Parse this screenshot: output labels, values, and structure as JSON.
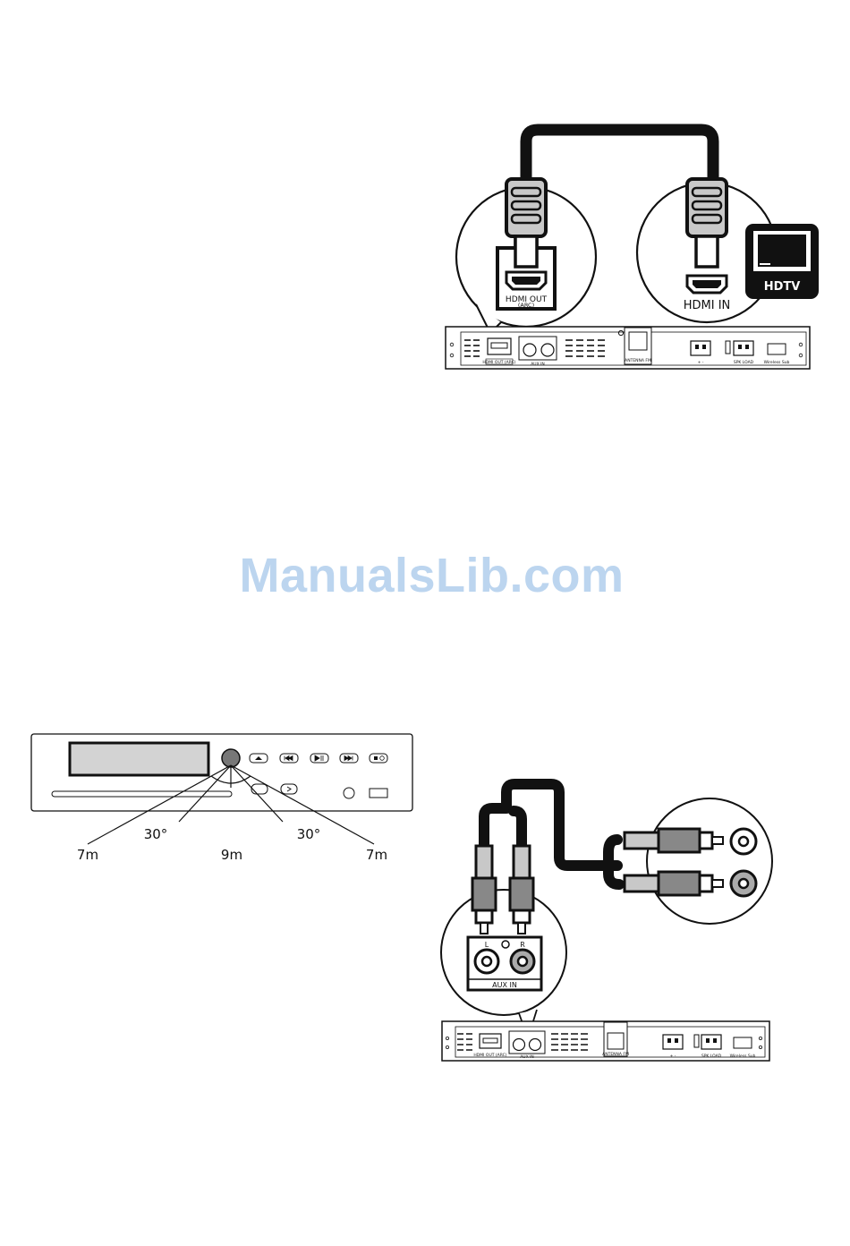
{
  "watermark": "ManualsLib.com",
  "hdmi_diagram": {
    "hdmi_out_label": "HDMI OUT",
    "hdmi_out_sub": "(ARC)",
    "hdmi_in_label": "HDMI IN",
    "tv_label": "HDTV"
  },
  "remote_range_diagram": {
    "angle_left": "30°",
    "angle_right": "30°",
    "distance_left": "7m",
    "distance_center": "9m",
    "distance_right": "7m"
  },
  "aux_diagram": {
    "aux_in_label": "AUX IN",
    "left_label": "L",
    "right_label": "R"
  },
  "rear_panel": {
    "hdmi_out": "HDMI OUT (ARC)",
    "aux_in": "AUX IN",
    "antenna": "ANTENNA FM",
    "speaker_1": "+ -",
    "speaker_label": "SPK LOAD",
    "wireless": "Wireless Sub"
  },
  "colors": {
    "line": "#111111",
    "plug_fill": "#c8c8c8",
    "watermark": "#bcd5ef"
  }
}
